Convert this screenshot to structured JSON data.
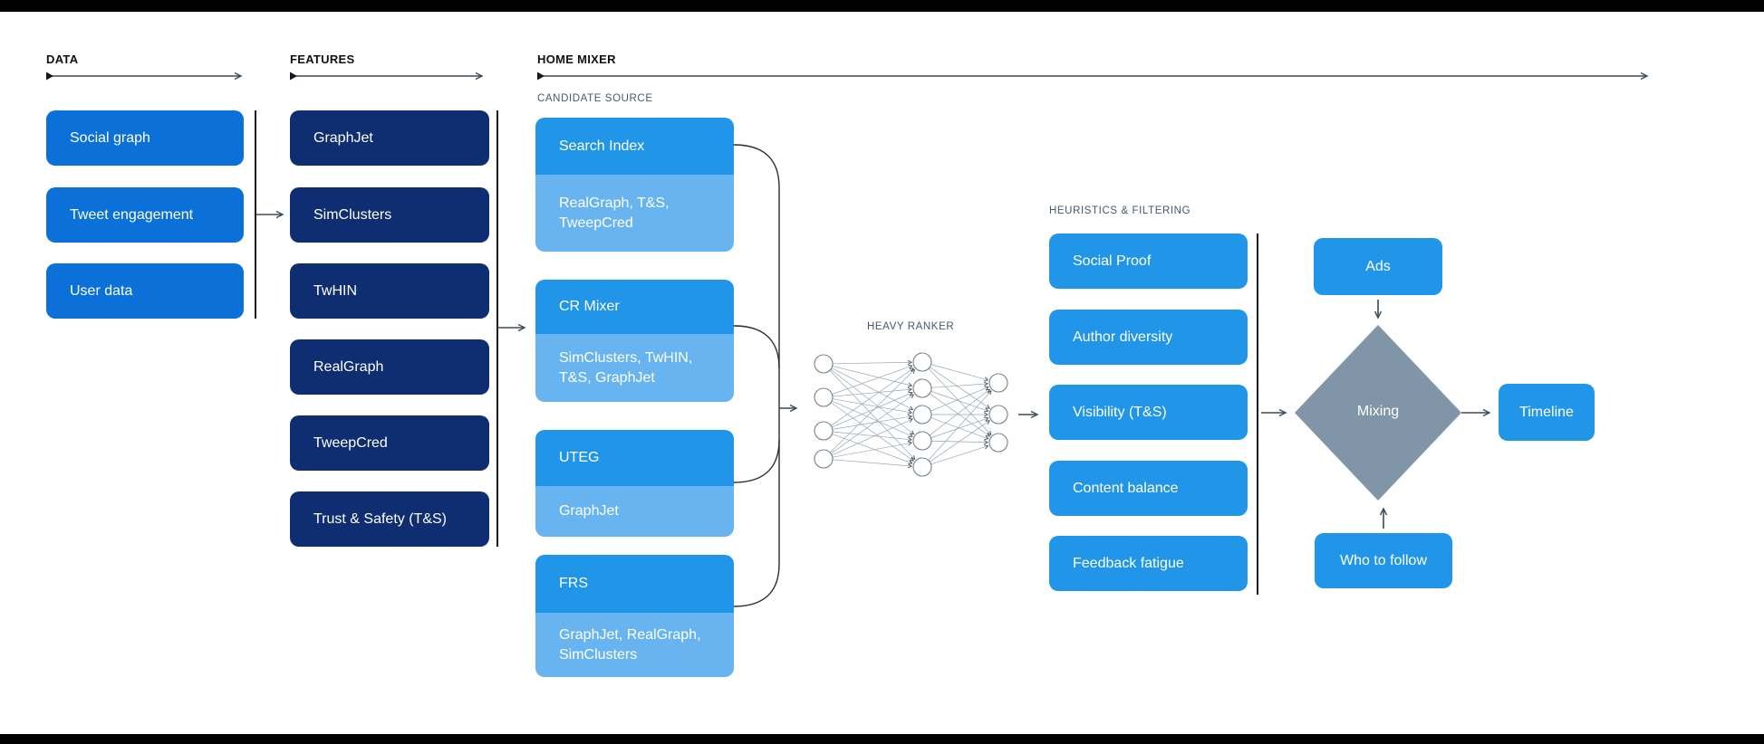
{
  "colors": {
    "bar": "#000000",
    "background": "#ffffff",
    "data-box": "#0B70D8",
    "feature-box": "#0E2E71",
    "primary": "#2196E9",
    "sub": "#68B4F0",
    "diamond": "#8095A8",
    "label": "#0C1117",
    "muted-label": "#47596B",
    "line": "#3E4B57",
    "divider": "#15191E",
    "nn-line": "#9AA6AE",
    "nn-node-stroke": "#76848F"
  },
  "sections": {
    "data": {
      "label": "DATA",
      "items": [
        "Social graph",
        "Tweet engagement",
        "User data"
      ]
    },
    "features": {
      "label": "FEATURES",
      "items": [
        "GraphJet",
        "SimClusters",
        "TwHIN",
        "RealGraph",
        "TweepCred",
        "Trust & Safety (T&S)"
      ]
    },
    "home_mixer": {
      "label": "HOME MIXER",
      "candidate_source": {
        "label": "CANDIDATE SOURCE",
        "items": [
          {
            "name": "Search Index",
            "sources": "RealGraph, T&S, TweepCred"
          },
          {
            "name": "CR Mixer",
            "sources": "SimClusters, TwHIN, T&S, GraphJet"
          },
          {
            "name": "UTEG",
            "sources": "GraphJet"
          },
          {
            "name": "FRS",
            "sources": "GraphJet, RealGraph, SimClusters"
          }
        ]
      },
      "heavy_ranker": {
        "label": "HEAVY RANKER"
      },
      "heuristics": {
        "label": "HEURISTICS & FILTERING",
        "items": [
          "Social Proof",
          "Author diversity",
          "Visibility (T&S)",
          "Content balance",
          "Feedback fatigue"
        ]
      },
      "ads": {
        "label": "Ads"
      },
      "mixing": {
        "label": "Mixing"
      },
      "who_to_follow": {
        "label": "Who to follow"
      },
      "timeline": {
        "label": "Timeline"
      }
    }
  }
}
